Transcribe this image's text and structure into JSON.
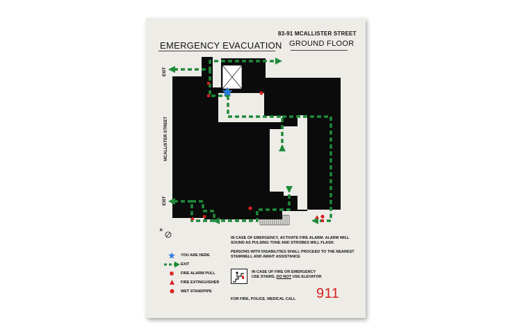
{
  "sign": {
    "address": "83-91 MCALLISTER STREET",
    "title": "EMERGENCY EVACUATION",
    "floor": "GROUND FLOOR",
    "street_label": "MCALLISTER STREET",
    "exit_label_top": "EXIT",
    "exit_label_bottom": "EXIT",
    "compass_label": "N"
  },
  "legend": {
    "you_are_here": "YOU ARE HERE",
    "exit": "EXIT",
    "fire_alarm_pull": "FIRE ALARM PULL",
    "fire_extinguisher": "FIRE EXTINGUISHER",
    "wet_standpipe": "WET STANDPIPE"
  },
  "notes": {
    "emergency": "IN CASE OF EMERGENCY, ACTIVATE FIRE ALARM. ALARM WILL SOUND AS PULSING TONE AND STROBES WILL FLASH.",
    "disabilities": "PERSONS WITH DISABILITIES SHALL PROCEED TO THE NEAREST STAIRWELL AND AWAIT ASSISTANCE",
    "stairs_line1": "IN CASE OF FIRE OR EMERGENCY",
    "stairs_line2_a": "USE STAIRS, ",
    "stairs_line2_b": "DO NOT",
    "stairs_line2_c": " USE ELEVATOR",
    "call": "FOR FIRE, POLICE, MEDICAL CALL",
    "emergency_number": "911"
  },
  "colors": {
    "route_green": "#1f8a3a",
    "marker_red": "#d8201f",
    "you_are_here_blue": "#2a7bd8",
    "building_black": "#0b0b0b",
    "sign_background": "#eeece7"
  },
  "icons": {
    "you_are_here": "star-icon",
    "exit": "dashed-arrow-icon",
    "fire_alarm_pull": "square-icon",
    "fire_extinguisher": "triangle-icon",
    "wet_standpipe": "circle-icon",
    "stairs": "stairs-fire-icon"
  }
}
